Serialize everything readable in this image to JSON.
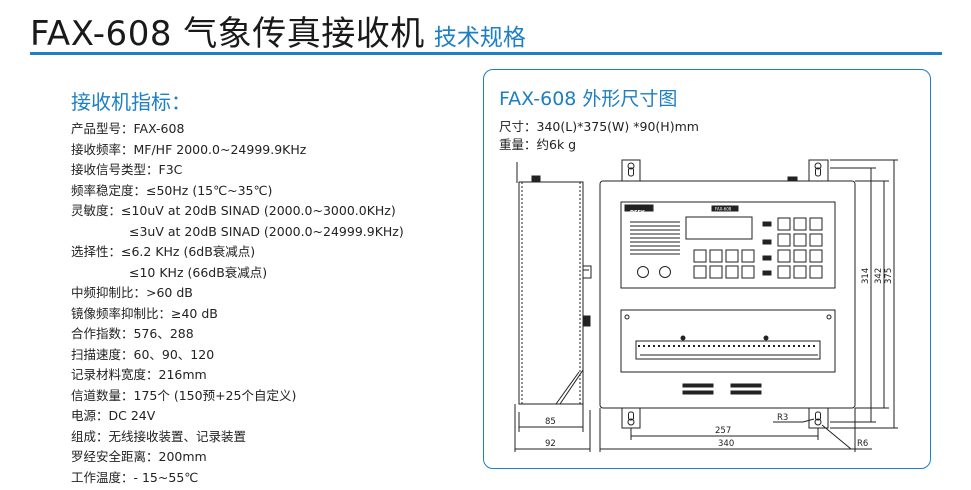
{
  "header": {
    "title": "FAX-608 气象传真接收机",
    "subtitle": "技术规格"
  },
  "specs": {
    "heading": "接收机指标：",
    "lines": [
      "产品型号：FAX-608",
      "接收频率：MF/HF 2000.0~24999.9KHz",
      "接收信号类型：F3C",
      "频率稳定度：≤50Hz (15℃~35℃)",
      "灵敏度：≤10uV at 20dB SINAD (2000.0~3000.0KHz)",
      "≤3uV at 20dB SINAD (2000.0~24999.9KHz)",
      "选择性：≤6.2 KHz (6dB衰减点)",
      "≤10 KHz (66dB衰减点)",
      "中频抑制比：>60 dB",
      "镜像频率抑制比：≥40 dB",
      "合作指数：576、288",
      "扫描速度：60、90、120",
      "记录材料宽度：216mm",
      "信道数量：175个 (150预+25个自定义)",
      "电源：DC 24V",
      "组成：无线接收装置、记录装置",
      "罗经安全距离：200mm",
      "工作温度：- 15~55℃"
    ]
  },
  "dimensions": {
    "title": "FAX-608 外形尺寸图",
    "size_line": "尺寸：340(L)*375(W) *90(H)mm",
    "weight_line": "重量：约6k g",
    "labels": {
      "side_inner": "85",
      "side_outer": "92",
      "front_inner": "257",
      "front_outer": "340",
      "height_a": "314",
      "height_b": "342",
      "height_c": "375",
      "radius_small": "R3",
      "radius_large": "R6",
      "brand": "DEEK",
      "model": "FAX-608"
    }
  },
  "colors": {
    "accent": "#1d7fc5",
    "text": "#222222"
  }
}
